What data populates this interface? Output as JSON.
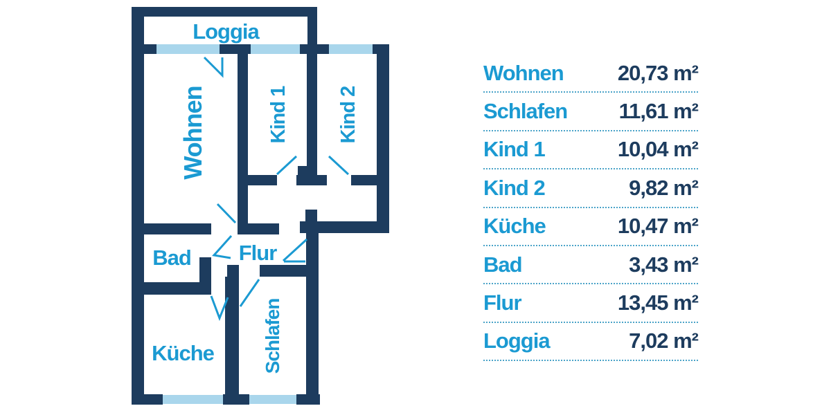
{
  "plan": {
    "room_labels": {
      "loggia": "Loggia",
      "wohnen": "Wohnen",
      "kind1": "Kind 1",
      "kind2": "Kind 2",
      "bad": "Bad",
      "flur": "Flur",
      "kueche": "Küche",
      "schlafen": "Schlafen"
    }
  },
  "legend": {
    "rows": [
      {
        "name": "Wohnen",
        "area": "20,73 m²"
      },
      {
        "name": "Schlafen",
        "area": "11,61 m²"
      },
      {
        "name": "Kind 1",
        "area": "10,04 m²"
      },
      {
        "name": "Kind 2",
        "area": "9,82 m²"
      },
      {
        "name": "Küche",
        "area": "10,47 m²"
      },
      {
        "name": "Bad",
        "area": "3,43 m²"
      },
      {
        "name": "Flur",
        "area": "13,45 m²"
      },
      {
        "name": "Loggia",
        "area": "7,02 m²"
      }
    ]
  },
  "colors": {
    "wall": "#1d3c5e",
    "window": "#a9d6ec",
    "accent": "#1b9ad2",
    "value_text": "#1d3c5e",
    "separator": "#4aa3c8",
    "background": "#ffffff"
  }
}
